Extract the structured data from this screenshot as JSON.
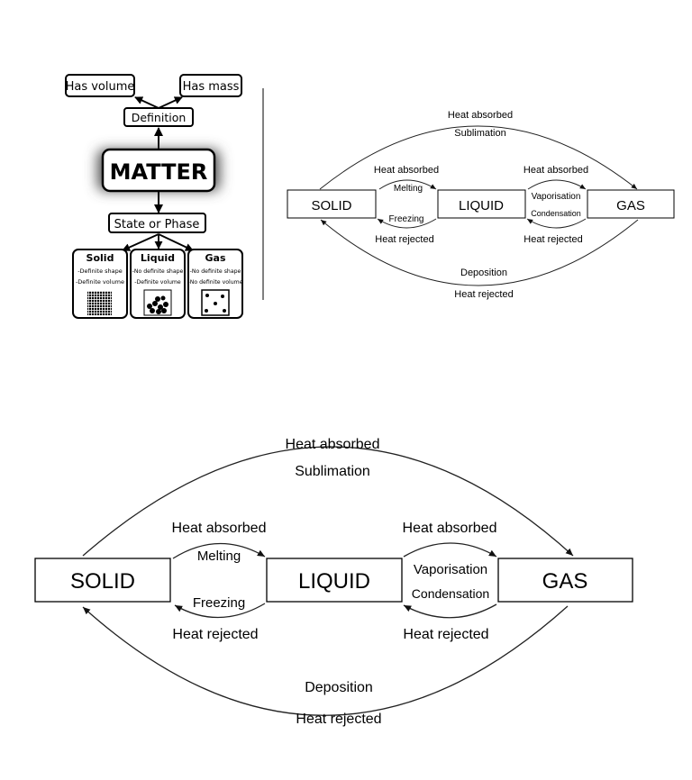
{
  "matter_map": {
    "center": "MATTER",
    "definition": "Definition",
    "has_volume": "Has volume",
    "has_mass": "Has mass",
    "state_or_phase": "State or Phase",
    "states": [
      {
        "title": "Solid",
        "props": [
          "-Definite shape",
          "-Definite volume"
        ]
      },
      {
        "title": "Liquid",
        "props": [
          "-No definite shape",
          "-Definite volume"
        ]
      },
      {
        "title": "Gas",
        "props": [
          "-No definite shape",
          "-No definite volume"
        ]
      }
    ]
  },
  "phase_diagram": {
    "solid": "SOLID",
    "liquid": "LIQUID",
    "gas": "GAS",
    "top_heat": "Heat absorbed",
    "sublimation": "Sublimation",
    "melt_heat": "Heat absorbed",
    "melting": "Melting",
    "freezing": "Freezing",
    "freeze_heat": "Heat rejected",
    "vap_heat": "Heat absorbed",
    "vaporisation": "Vaporisation",
    "condensation": "Condensation",
    "cond_heat": "Heat rejected",
    "deposition": "Deposition",
    "bottom_heat": "Heat rejected"
  }
}
